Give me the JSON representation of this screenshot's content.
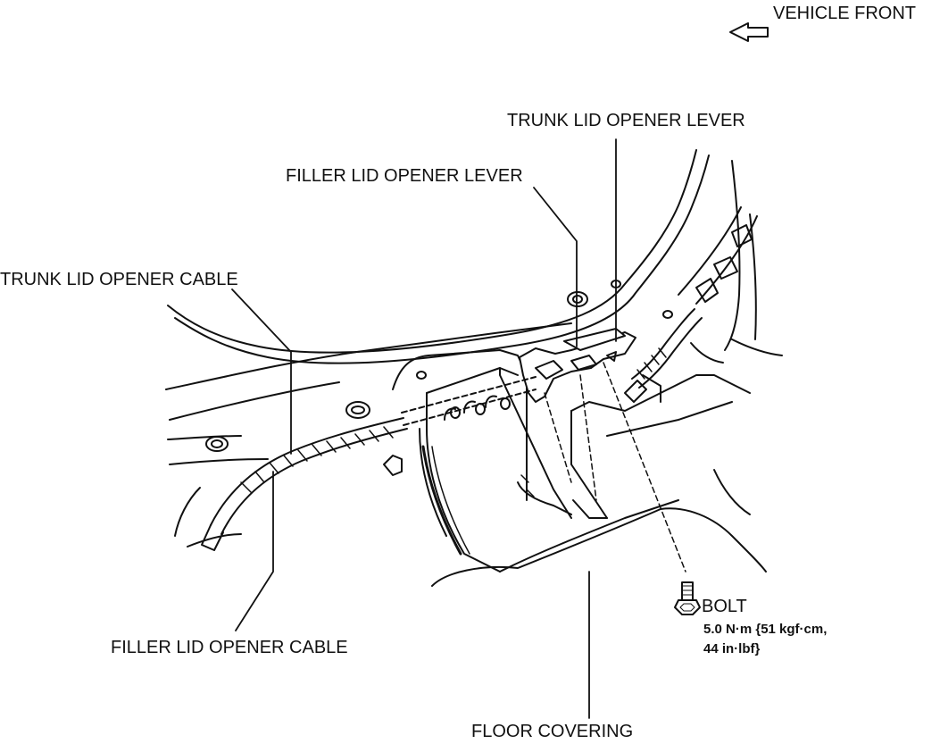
{
  "orientation": {
    "label": "VEHICLE FRONT",
    "icon": "arrow-left-icon"
  },
  "callouts": {
    "trunk_lid_opener_lever": "TRUNK LID OPENER LEVER",
    "filler_lid_opener_lever": "FILLER LID OPENER LEVER",
    "trunk_lid_opener_cable": "TRUNK LID OPENER CABLE",
    "filler_lid_opener_cable": "FILLER LID OPENER CABLE",
    "floor_covering": "FLOOR COVERING",
    "bolt": "BOLT"
  },
  "torque_spec": {
    "line1": "5.0 N·m {51 kgf·cm,",
    "line2": "44 in·lbf}"
  },
  "colors": {
    "ink": "#111111",
    "background": "#ffffff"
  }
}
